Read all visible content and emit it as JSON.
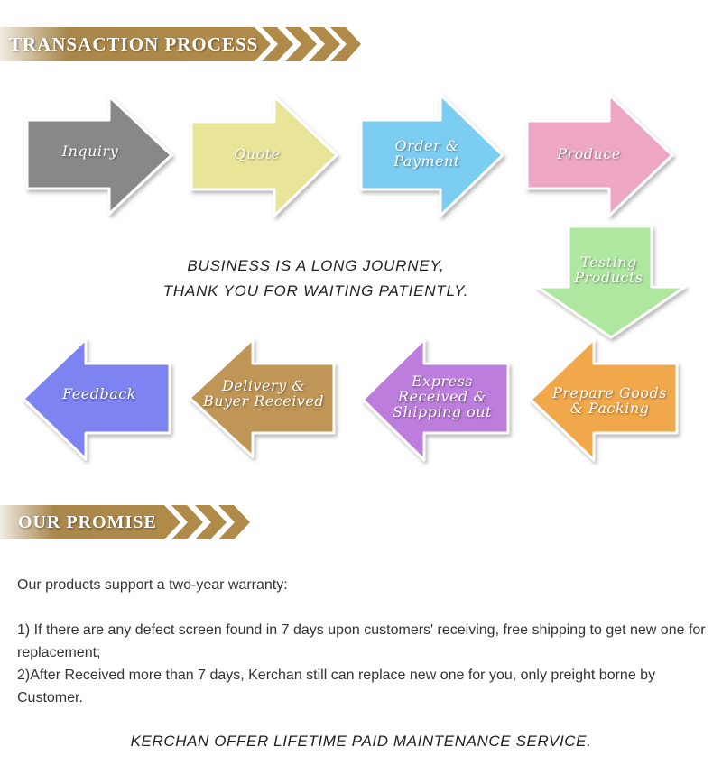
{
  "colors": {
    "banner_gold": "#b08a49",
    "inquiry": "#888888",
    "quote": "#e8e498",
    "order_payment": "#7ccdf2",
    "produce": "#eda7c4",
    "testing_products": "#aee79f",
    "prepare_goods": "#f1a84c",
    "express": "#bd7ddd",
    "delivery": "#bf9656",
    "feedback": "#7d83f1"
  },
  "sections": {
    "transaction_title": "TRANSACTION PROCESS",
    "promise_title": "OUR PROMISE"
  },
  "steps": {
    "inquiry": [
      "Inquiry"
    ],
    "quote": [
      "Quote"
    ],
    "order_payment": [
      "Order &",
      "Payment"
    ],
    "produce": [
      "Produce"
    ],
    "testing_products": [
      "Testing",
      "Products"
    ],
    "prepare_goods": [
      "Prepare Goods",
      "& Packing"
    ],
    "express": [
      "Express",
      "Received &",
      "Shipping out"
    ],
    "delivery": [
      "Delivery &",
      "Buyer Received"
    ],
    "feedback": [
      "Feedback"
    ]
  },
  "journey": {
    "line1": "BUSINESS IS A LONG JOURNEY,",
    "line2": "THANK YOU FOR WAITING PATIENTLY."
  },
  "promise": {
    "warranty": "Our products support a two-year warranty:",
    "item1_prefix": "1)",
    "item1": " If there are any defect screen found in 7 days upon  customers' receiving, free shipping to get new one for replacement;",
    "item2_prefix": "2)",
    "item2": "After Received more than 7 days,  Kerchan still can replace new one for you, only  preight borne by Customer.",
    "closing": "KERCHAN OFFER LIFETIME PAID MAINTENANCE SERVICE."
  }
}
